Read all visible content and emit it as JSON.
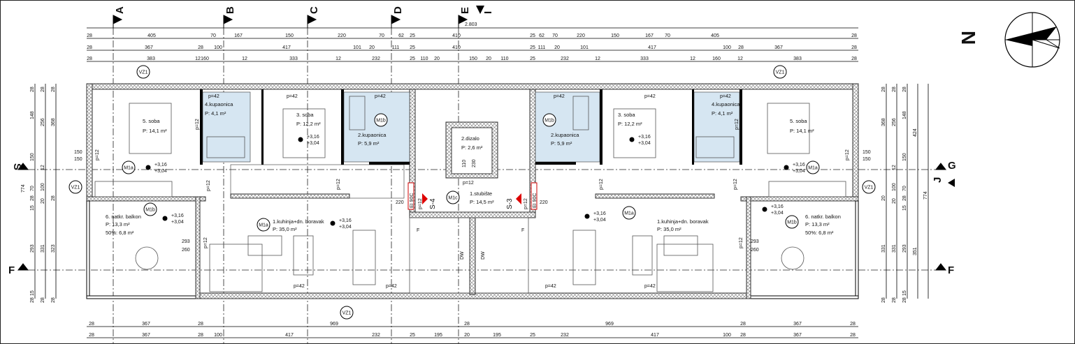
{
  "axes": [
    "A",
    "B",
    "C",
    "D",
    "E",
    "I"
  ],
  "sections": {
    "S": "S",
    "G": "G",
    "J": "J",
    "F_left": "F",
    "F_right": "F",
    "S4": "S-4",
    "S3": "S-3",
    "fire_door": "EI 90C"
  },
  "north": {
    "label": "N"
  },
  "overall_top": "2.803",
  "dims_top": [
    [
      "28",
      "405",
      "70",
      "167",
      "150",
      "220",
      "70",
      "62",
      "25",
      "410",
      "25",
      "62",
      "70",
      "220",
      "150",
      "167",
      "70",
      "405",
      "28"
    ],
    [
      "28",
      "367",
      "28",
      "100",
      "417",
      "101",
      "20",
      "111",
      "25",
      "410",
      "25",
      "111",
      "20",
      "101",
      "417",
      "100",
      "28",
      "367",
      "28"
    ],
    [
      "28",
      "383",
      "12",
      "160",
      "12",
      "333",
      "12",
      "232",
      "25",
      "110",
      "20",
      "150",
      "20",
      "110",
      "25",
      "232",
      "12",
      "333",
      "12",
      "160",
      "12",
      "383",
      "28"
    ]
  ],
  "dims_bottom": [
    [
      "28",
      "367",
      "28",
      "969",
      "28",
      "969",
      "28",
      "367",
      "28"
    ],
    [
      "28",
      "367",
      "28",
      "100",
      "417",
      "232",
      "25",
      "195",
      "20",
      "195",
      "25",
      "232",
      "417",
      "100",
      "28",
      "367",
      "28"
    ]
  ],
  "dims_left": [
    [
      "28",
      "148",
      "150",
      "70",
      "28",
      "15",
      "293",
      "15",
      "28"
    ],
    [
      "28",
      "256",
      "12",
      "100",
      "20",
      "331",
      "28"
    ],
    [
      "28",
      "368",
      "28",
      "323",
      "28"
    ],
    [
      "774"
    ]
  ],
  "dims_right": [
    [
      "28",
      "368",
      "20",
      "331",
      "28"
    ],
    [
      "28",
      "256",
      "12",
      "100",
      "20",
      "331",
      "28"
    ],
    [
      "28",
      "148",
      "150",
      "70",
      "28",
      "15",
      "293",
      "15",
      "28"
    ],
    [
      "424",
      "351"
    ],
    [
      "774"
    ]
  ],
  "window_dims": {
    "w150": "150",
    "w230": "230",
    "w100": "100",
    "w70": "70",
    "w110": "110",
    "p42": "p=42",
    "p12": "p=12",
    "d220": "220",
    "d293": "293",
    "d260": "260"
  },
  "rooms": [
    {
      "name": "5. soba",
      "area": "P: 14,1 m²"
    },
    {
      "name": "4.kupaonica",
      "area": "P: 4,1 m²"
    },
    {
      "name": "3. soba",
      "area": "P: 12,2 m²"
    },
    {
      "name": "2.kupaonica",
      "area": "P: 5,9 m²"
    },
    {
      "name": "6. natkr. balkon",
      "area": "P: 13,3 m²",
      "half": "50%: 6,8 m²"
    },
    {
      "name": "1.kuhinja+dn. boravak",
      "area": "P: 35,0 m²"
    },
    {
      "name": "2.dizalo",
      "area": "P: 2,6 m²"
    },
    {
      "name": "1.stubište",
      "area": "P: 14,5 m²"
    },
    {
      "name": "2.kupaonica",
      "area": "P: 5,9 m²"
    },
    {
      "name": "3. soba",
      "area": "P: 12,2 m²"
    },
    {
      "name": "4.kupaonica",
      "area": "P: 4,1 m²"
    },
    {
      "name": "5. soba",
      "area": "P: 14,1 m²"
    },
    {
      "name": "1.kuhinja+dn. boravak",
      "area": "P: 35,0 m²"
    },
    {
      "name": "6. natkr. balkon",
      "area": "P: 13,3 m²",
      "half": "50%: 6,8 m²"
    }
  ],
  "tags": {
    "m1a": "M1a",
    "m1b": "M1b",
    "m1c": "M1c",
    "vz1": "VZ1"
  },
  "levels": {
    "top": "+3,16",
    "bottom": "+3,04"
  },
  "appliances": {
    "fridge": "F",
    "dishwasher": "DW"
  }
}
